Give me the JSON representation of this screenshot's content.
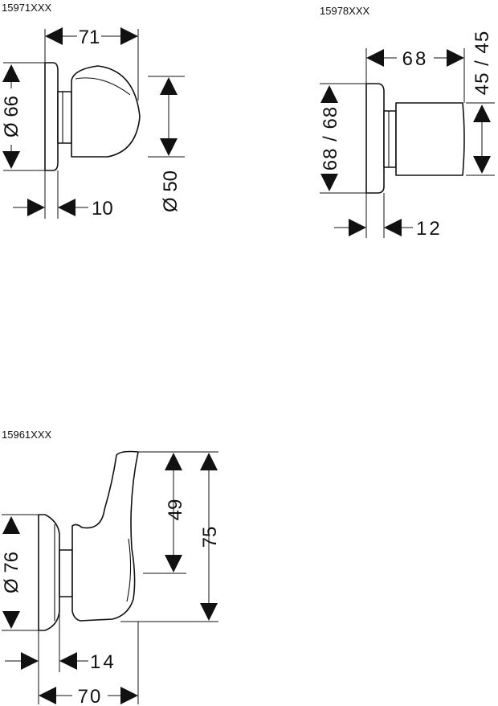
{
  "products": [
    {
      "code": "15971XXX",
      "dimensions": {
        "width": "71",
        "plate_diameter": "Ø 66",
        "body_diameter": "Ø 50",
        "plate_depth": "10"
      }
    },
    {
      "code": "15978XXX",
      "dimensions": {
        "width": "68",
        "plate_diameter": "68 / 68",
        "body_size": "45 / 45",
        "plate_depth": "12"
      }
    },
    {
      "code": "15961XXX",
      "dimensions": {
        "lever_height": "49",
        "total_height": "75",
        "plate_diameter": "Ø 76",
        "plate_depth": "14",
        "width": "70"
      }
    }
  ],
  "colors": {
    "line": "#111111",
    "background": "#ffffff"
  }
}
